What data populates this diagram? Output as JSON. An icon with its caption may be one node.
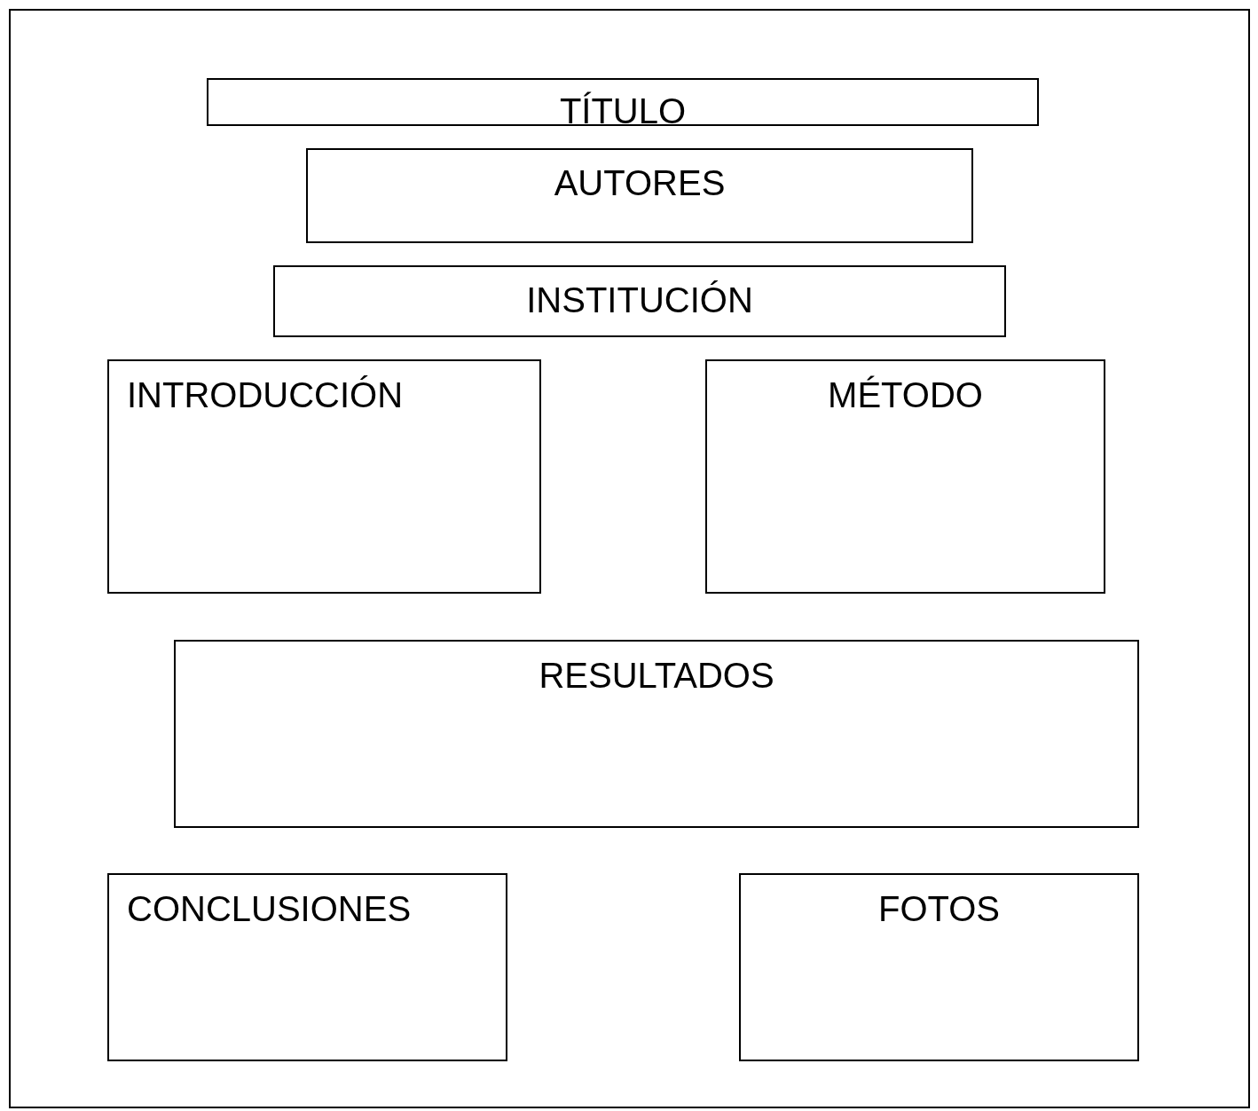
{
  "diagram": {
    "nodes": [
      {
        "text": [
          "TÍTULO"
        ]
      },
      {
        "text": [
          "AUTORES"
        ]
      },
      {
        "text": [
          "INSTITUCIÓN"
        ]
      },
      {
        "text": [
          "INTRODUCCIÓN"
        ]
      },
      {
        "text": [
          "MÉTODO"
        ]
      },
      {
        "text": [
          "RESULTADOS"
        ]
      },
      {
        "text": [
          "CONCLUSIONES"
        ]
      },
      {
        "text": [
          "FOTOS"
        ]
      }
    ]
  }
}
